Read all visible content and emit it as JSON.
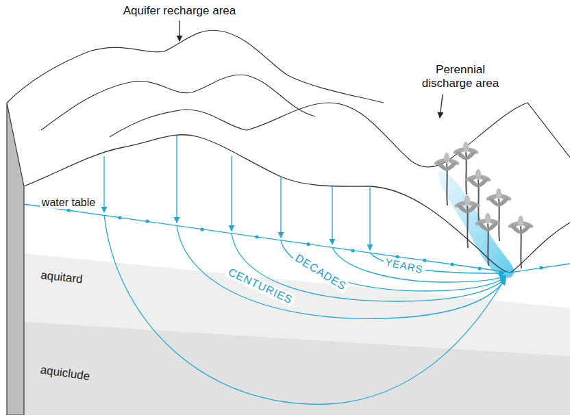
{
  "diagram": {
    "labels": [
      "Aquifer recharge area",
      "Perennial discharge area",
      "water table",
      "DECADES",
      "CENTURIES",
      "YEARS",
      "aquitard",
      "aquiclude"
    ]
  }
}
